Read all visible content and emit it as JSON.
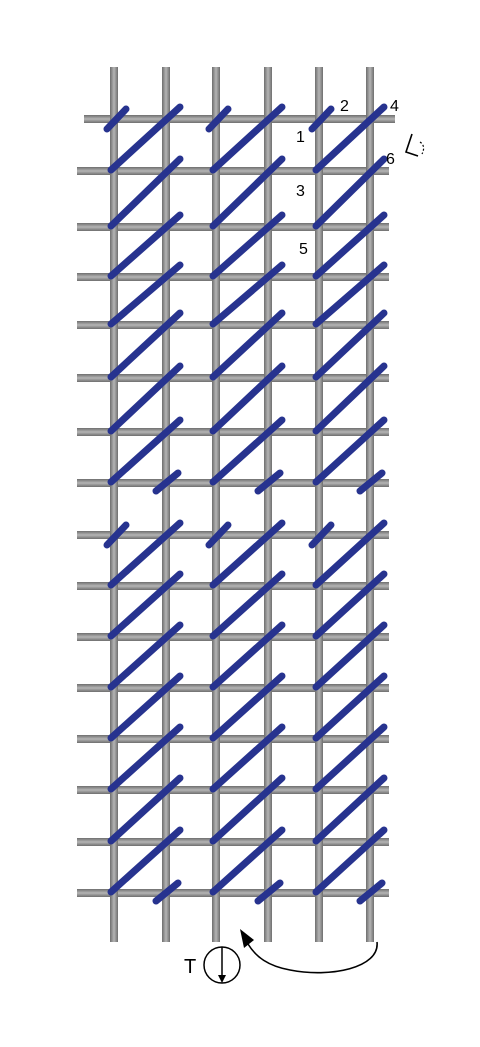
{
  "step_labels": {
    "one": "1",
    "two": "2",
    "three": "3",
    "four": "4",
    "five": "5",
    "six": "6"
  },
  "top_symbol": "T",
  "colors": {
    "canvas_thread": "#8e8e8e",
    "stitch": "#27338f",
    "ink": "#000000"
  },
  "icons": [
    "eye-icon",
    "top-symbol-icon",
    "rotate-arrow-icon"
  ]
}
